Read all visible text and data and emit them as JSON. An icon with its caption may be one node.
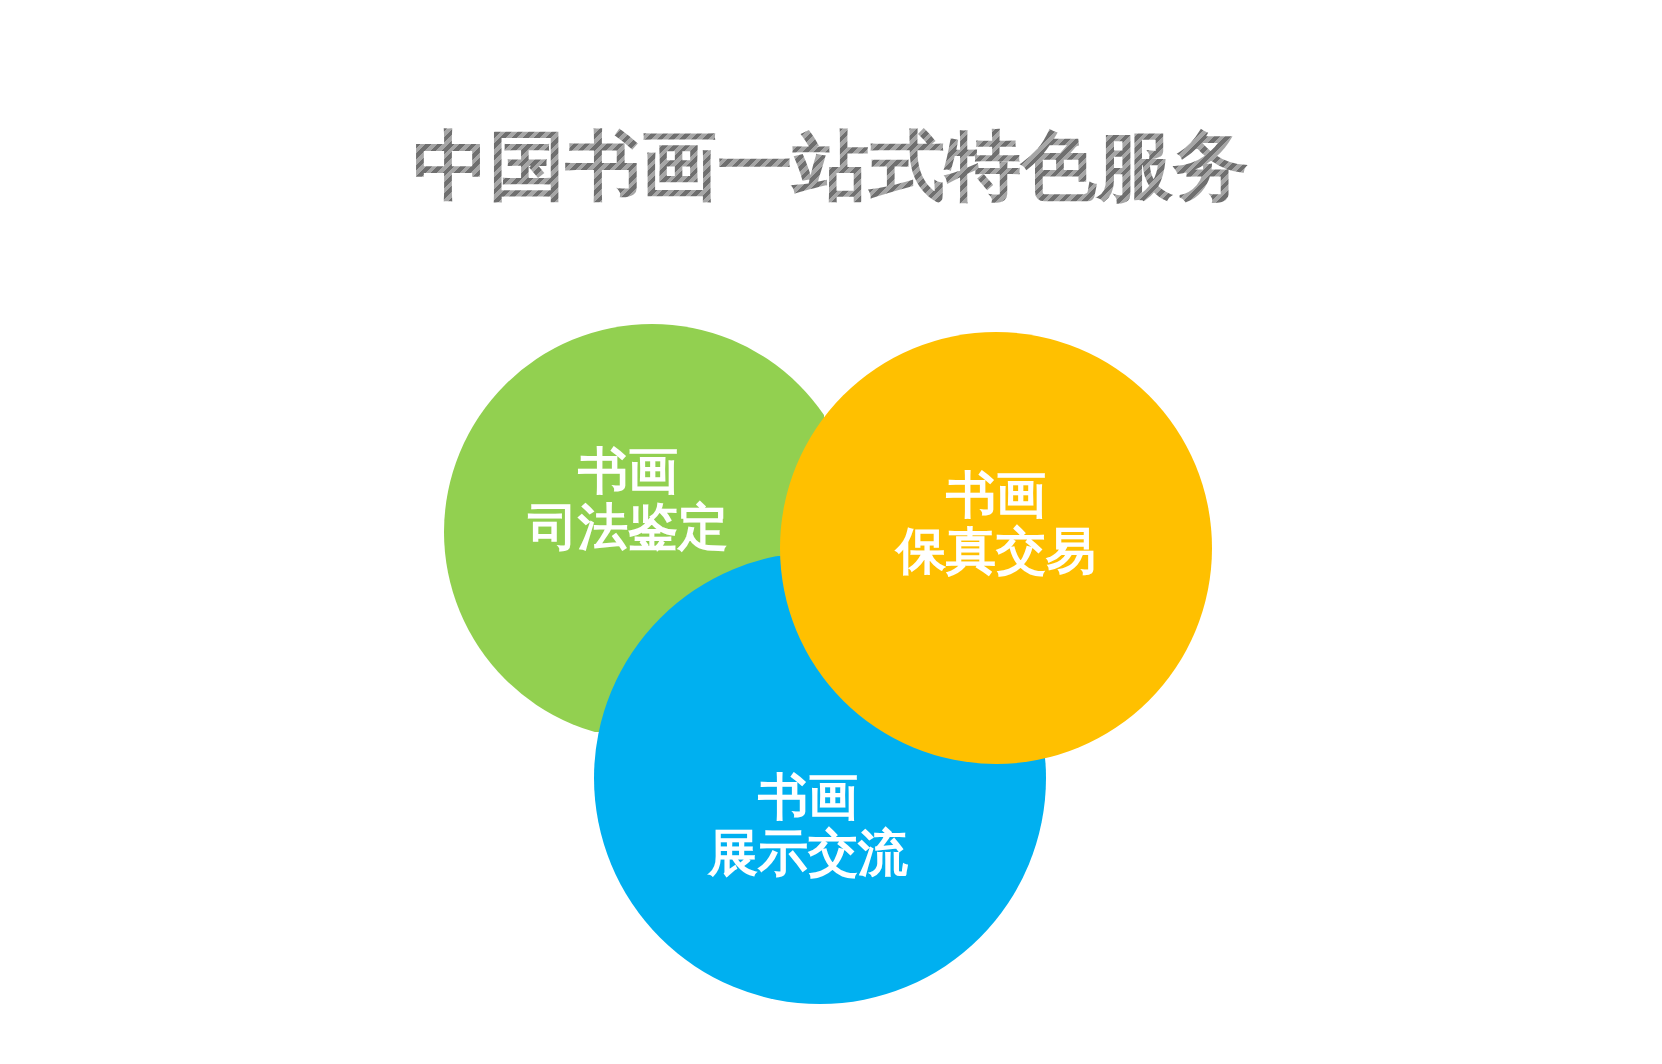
{
  "diagram": {
    "title": "中国书画一站式特色服务",
    "nodes": [
      {
        "text": [
          "书画",
          "司法鉴定"
        ]
      },
      {
        "text": [
          "书画",
          "保真交易"
        ]
      },
      {
        "text": [
          "书画",
          "展示交流"
        ]
      }
    ]
  }
}
